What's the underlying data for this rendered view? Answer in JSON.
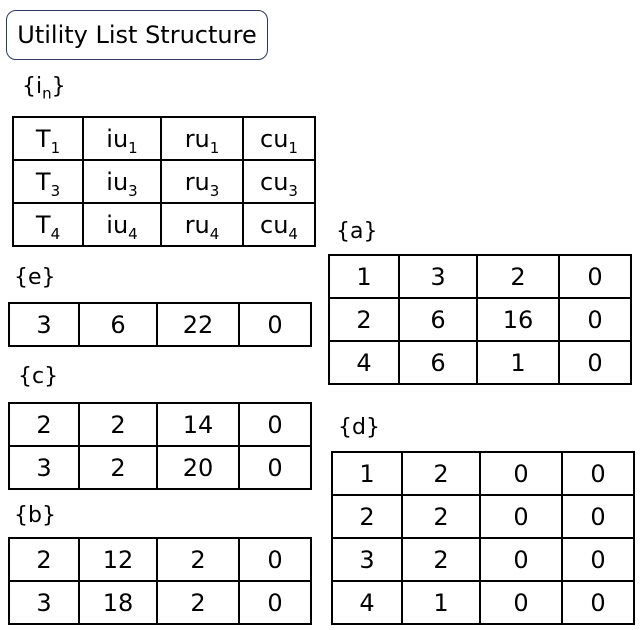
{
  "title": "Utility List Structure",
  "header": {
    "label_open": "{i",
    "label_sub": "n",
    "label_close": "}",
    "rows": [
      [
        {
          "b": "T",
          "s": "1"
        },
        {
          "b": "iu",
          "s": "1"
        },
        {
          "b": "ru",
          "s": "1"
        },
        {
          "b": "cu",
          "s": "1"
        }
      ],
      [
        {
          "b": "T",
          "s": "3"
        },
        {
          "b": "iu",
          "s": "3"
        },
        {
          "b": "ru",
          "s": "3"
        },
        {
          "b": "cu",
          "s": "3"
        }
      ],
      [
        {
          "b": "T",
          "s": "4"
        },
        {
          "b": "iu",
          "s": "4"
        },
        {
          "b": "ru",
          "s": "4"
        },
        {
          "b": "cu",
          "s": "4"
        }
      ]
    ]
  },
  "lists": {
    "e": {
      "label": "{e}",
      "rows": [
        [
          "3",
          "6",
          "22",
          "0"
        ]
      ]
    },
    "c": {
      "label": "{c}",
      "rows": [
        [
          "2",
          "2",
          "14",
          "0"
        ],
        [
          "3",
          "2",
          "20",
          "0"
        ]
      ]
    },
    "b": {
      "label": "{b}",
      "rows": [
        [
          "2",
          "12",
          "2",
          "0"
        ],
        [
          "3",
          "18",
          "2",
          "0"
        ]
      ]
    },
    "a": {
      "label": "{a}",
      "rows": [
        [
          "1",
          "3",
          "2",
          "0"
        ],
        [
          "2",
          "6",
          "16",
          "0"
        ],
        [
          "4",
          "6",
          "1",
          "0"
        ]
      ]
    },
    "d": {
      "label": "{d}",
      "rows": [
        [
          "1",
          "2",
          "0",
          "0"
        ],
        [
          "2",
          "2",
          "0",
          "0"
        ],
        [
          "3",
          "2",
          "0",
          "0"
        ],
        [
          "4",
          "1",
          "0",
          "0"
        ]
      ]
    }
  }
}
